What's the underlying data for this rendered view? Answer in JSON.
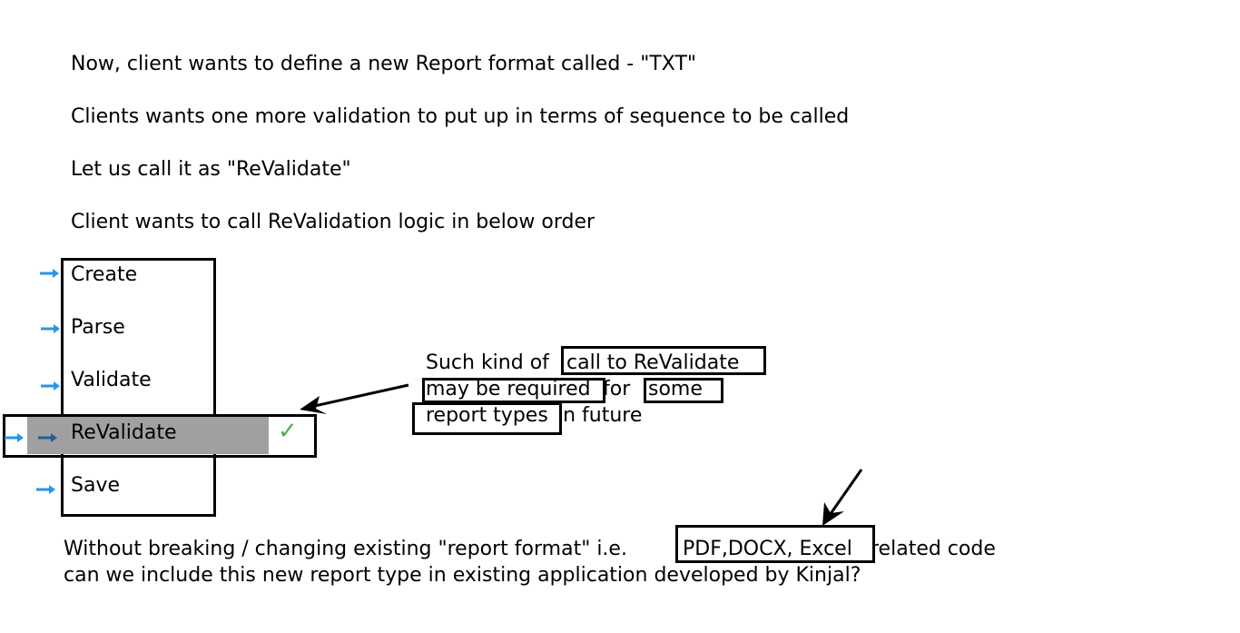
{
  "intro": {
    "line1": "Now, client wants to define a new Report format called - \"TXT\"",
    "line2": "Clients wants one more validation to put up in terms of sequence to be called",
    "line3": "Let us call it as \"ReValidate\"",
    "line4": "Client wants to call ReValidation logic in below order"
  },
  "sequence": {
    "steps": [
      "Create",
      "Parse",
      "Validate",
      "ReValidate",
      "Save"
    ],
    "highlighted_step": "ReValidate",
    "check_mark": "✓"
  },
  "note": {
    "seg1": "Such kind of ",
    "seg2": "call to ReValidate",
    "seg3": "may be required",
    "seg4": " for ",
    "seg5": "some",
    "seg6": "report types",
    "seg7": " in future"
  },
  "question": {
    "seg1": "Without breaking / changing existing \"report format\" i.e. ",
    "seg2": "PDF,DOCX, Excel",
    "seg3": " related code",
    "line2": "can we include this new report type in existing application developed by Kinjal?"
  },
  "colors": {
    "small_arrow": "#2196f3",
    "highlight_bar": "#a0a0a0",
    "check": "#4caf50",
    "dark_arrow": "#1f5f99"
  }
}
